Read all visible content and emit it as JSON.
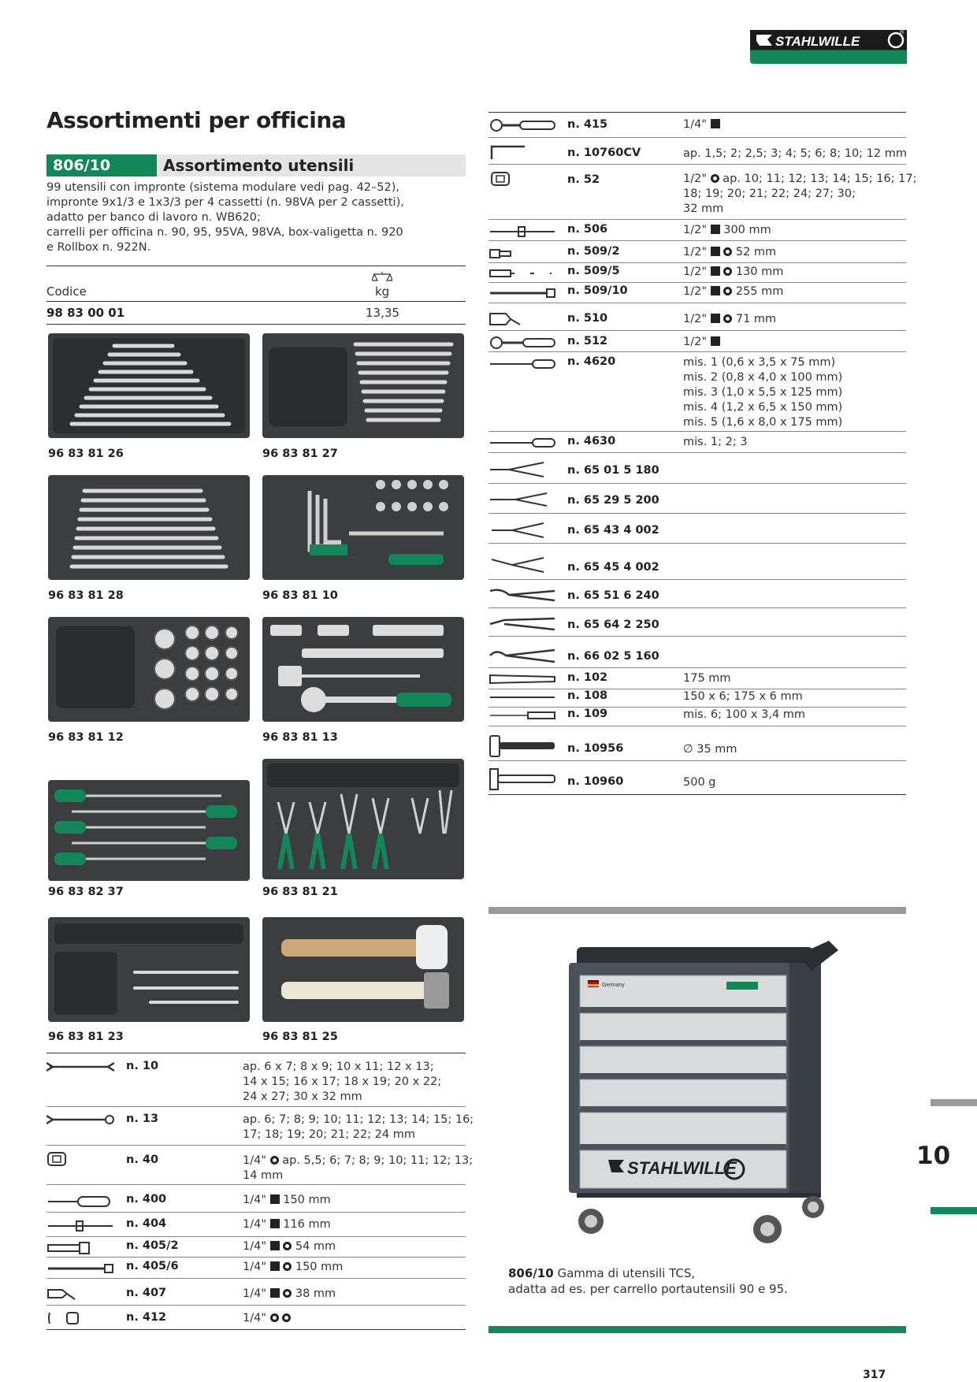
{
  "brand": {
    "name": "STAHLWILLE",
    "registered": "®"
  },
  "page_title": "Assortimenti per officina",
  "category": {
    "code": "806/10",
    "title": "Assortimento utensili"
  },
  "description": [
    "99 utensili con impronte (sistema modulare vedi pag. 42–52),",
    "impronte 9x1/3 e 1x3/3 per 4 cassetti (n. 98VA per 2 cassetti),",
    "adatto per banco di lavoro n. WB620;",
    "carrelli per officina n. 90, 95, 95VA, 98VA, box-valigetta n. 920",
    "e Rollbox n. 922N."
  ],
  "spec_table": {
    "code_header": "Codice",
    "weight_header": "kg",
    "code": "98 83 00 01",
    "weight": "13,35"
  },
  "trays": [
    {
      "code": "96 83 81 26",
      "icon": "combination-wrench-tray"
    },
    {
      "code": "96 83 81 27",
      "icon": "open-end-wrench-tray"
    },
    {
      "code": "96 83 81 28",
      "icon": "ring-wrench-tray"
    },
    {
      "code": "96 83 81 10",
      "icon": "socket-set-tray"
    },
    {
      "code": "96 83 81 12",
      "icon": "socket-tray"
    },
    {
      "code": "96 83 81 13",
      "icon": "ratchet-tray"
    },
    {
      "code": "96 83 82 37",
      "icon": "screwdriver-tray"
    },
    {
      "code": "96 83 81 21",
      "icon": "pliers-tray"
    },
    {
      "code": "96 83 81 23",
      "icon": "chisel-tray"
    },
    {
      "code": "96 83 81 25",
      "icon": "hammer-tray"
    }
  ],
  "left_items": [
    {
      "ref": "n. 10",
      "spec": [
        "ap. 6 x 7; 8 x 9; 10 x 11; 12 x 13;",
        "14 x 15; 16 x 17; 18 x 19; 20 x 22;",
        "24 x 27; 30 x 32 mm"
      ],
      "icon": "double-open-wrench-icon"
    },
    {
      "ref": "n. 13",
      "spec": [
        "ap. 6; 7; 8; 9; 10; 11; 12; 13; 14; 15; 16;",
        "17; 18; 19; 20; 21; 22; 24 mm"
      ],
      "icon": "combination-wrench-icon"
    },
    {
      "ref": "n. 40",
      "drive": "1/4\"",
      "spec": [
        "ap. 5,5; 6; 7; 8; 9; 10; 11; 12; 13;",
        "14 mm"
      ],
      "icon": "socket-icon"
    },
    {
      "ref": "n. 400",
      "drive": "1/4\"",
      "spec": [
        "150 mm"
      ],
      "icon": "screwdriver-handle-icon"
    },
    {
      "ref": "n. 404",
      "drive": "1/4\"",
      "spec": [
        "116 mm"
      ],
      "icon": "t-handle-icon"
    },
    {
      "ref": "n. 405/2",
      "drive": "1/4\"",
      "spec": [
        "54 mm"
      ],
      "icon": "extension-short-icon"
    },
    {
      "ref": "n. 405/6",
      "drive": "1/4\"",
      "spec": [
        "150 mm"
      ],
      "icon": "extension-long-icon"
    },
    {
      "ref": "n. 407",
      "drive": "1/4\"",
      "spec": [
        "38 mm"
      ],
      "icon": "universal-joint-icon"
    },
    {
      "ref": "n. 412",
      "drive": "1/4\"",
      "spec": [
        ""
      ],
      "icon": "adapter-icon"
    }
  ],
  "right_items": [
    {
      "ref": "n. 415",
      "drive": "1/4\"",
      "spec": [
        ""
      ],
      "icon": "ratchet-icon"
    },
    {
      "ref": "n. 10760CV",
      "spec": [
        "ap. 1,5; 2; 2,5; 3; 4; 5; 6; 8; 10; 12 mm"
      ],
      "icon": "hex-key-icon"
    },
    {
      "ref": "n. 52",
      "drive": "1/2\"",
      "spec": [
        "ap. 10; 11; 12; 13; 14; 15; 16; 17;",
        "18; 19; 20; 21; 22; 24; 27; 30;",
        "32 mm"
      ],
      "icon": "socket-icon"
    },
    {
      "ref": "n. 506",
      "drive": "1/2\"",
      "spec": [
        "300 mm"
      ],
      "icon": "t-handle-icon"
    },
    {
      "ref": "n. 509/2",
      "drive": "1/2\"",
      "spec": [
        "52 mm"
      ],
      "icon": "extension-short-icon"
    },
    {
      "ref": "n. 509/5",
      "drive": "1/2\"",
      "spec": [
        "130 mm"
      ],
      "icon": "extension-medium-icon"
    },
    {
      "ref": "n. 509/10",
      "drive": "1/2\"",
      "spec": [
        "255 mm"
      ],
      "icon": "extension-long-icon"
    },
    {
      "ref": "n. 510",
      "drive": "1/2\"",
      "spec": [
        "71 mm"
      ],
      "icon": "universal-joint-icon"
    },
    {
      "ref": "n. 512",
      "drive": "1/2\"",
      "spec": [
        ""
      ],
      "icon": "ratchet-icon"
    },
    {
      "ref": "n. 4620",
      "spec": [
        "mis. 1 (0,6 x 3,5 x 75 mm)",
        "mis. 2 (0,8 x 4,0 x 100 mm)",
        "mis. 3 (1,0 x 5,5 x 125 mm)",
        "mis. 4 (1,2 x 6,5 x 150 mm)",
        "mis. 5 (1,6 x 8,0 x 175 mm)"
      ],
      "icon": "flat-screwdriver-icon"
    },
    {
      "ref": "n. 4630",
      "spec": [
        "mis. 1; 2; 3"
      ],
      "icon": "phillips-screwdriver-icon"
    },
    {
      "ref": "n. 65 01 5 180",
      "spec": [
        ""
      ],
      "icon": "combination-pliers-icon"
    },
    {
      "ref": "n. 65 29 5 200",
      "spec": [
        ""
      ],
      "icon": "long-nose-pliers-icon"
    },
    {
      "ref": "n. 65 43 4 002",
      "spec": [
        ""
      ],
      "icon": "circlip-pliers-icon"
    },
    {
      "ref": "n. 65 45 4 002",
      "spec": [
        ""
      ],
      "icon": "circlip-pliers-bent-icon"
    },
    {
      "ref": "n. 65 51 6 240",
      "spec": [
        ""
      ],
      "icon": "water-pump-pliers-icon"
    },
    {
      "ref": "n. 65 64 2 250",
      "spec": [
        ""
      ],
      "icon": "locking-pliers-icon"
    },
    {
      "ref": "n. 66 02 5 160",
      "spec": [
        ""
      ],
      "icon": "side-cutter-icon"
    },
    {
      "ref": "n. 102",
      "spec": [
        "175 mm"
      ],
      "icon": "chisel-icon"
    },
    {
      "ref": "n. 108",
      "spec": [
        "150 x 6; 175 x 6 mm"
      ],
      "icon": "punch-icon"
    },
    {
      "ref": "n. 109",
      "spec": [
        "mis. 6; 100 x 3,4 mm"
      ],
      "icon": "pin-punch-icon"
    },
    {
      "ref": "n. 10956",
      "spec": [
        "∅ 35 mm"
      ],
      "icon": "soft-face-hammer-icon"
    },
    {
      "ref": "n. 10960",
      "spec": [
        "500 g"
      ],
      "icon": "machinist-hammer-icon"
    }
  ],
  "caption": {
    "code": "806/10",
    "line1": " Gamma di utensili TCS,",
    "line2": "adatta ad es. per carrello portautensili 90 e 95."
  },
  "trolley_label": {
    "flag_text": "Germany"
  },
  "section_tab": "10",
  "page_number": "317",
  "colors": {
    "green": "#14875a",
    "grey": "#9a9a9a",
    "tray": "#3c3d3f"
  }
}
